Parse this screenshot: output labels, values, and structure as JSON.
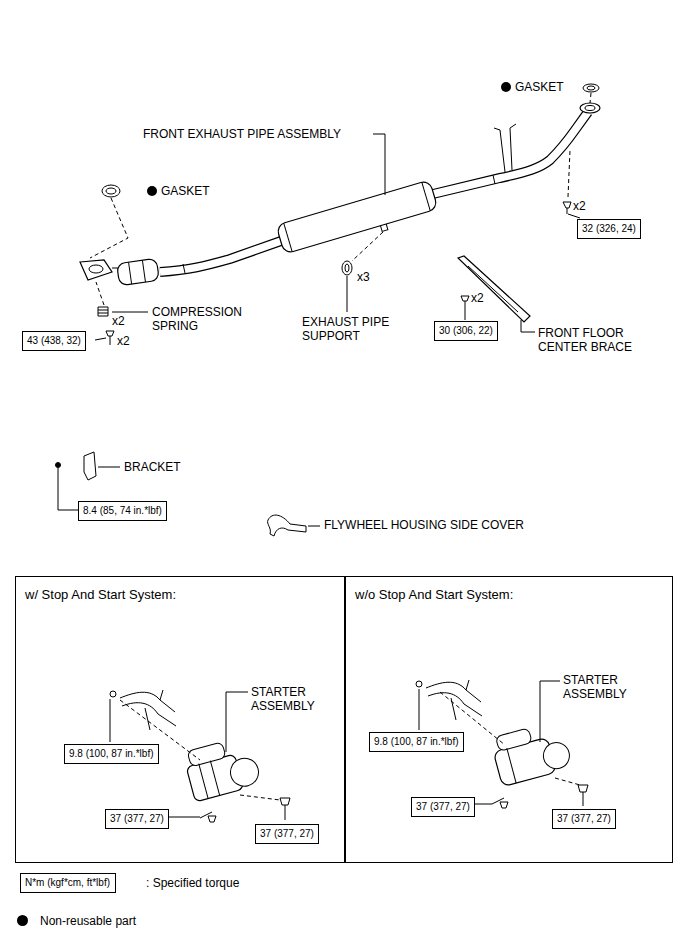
{
  "diagram": {
    "nodes": [
      {
        "text": [
          "32 (326, 24)"
        ]
      },
      {
        "text": [
          "30 (306, 22)"
        ]
      },
      {
        "text": [
          "43 (438, 32)"
        ]
      },
      {
        "text": [
          "8.4 (85, 74 in.*lbf)"
        ]
      },
      {
        "text": [
          "w/ Stop And Start System:"
        ]
      },
      {
        "text": [
          "9.8 (100, 87 in.*lbf)"
        ],
        "in": 4
      },
      {
        "text": [
          "37 (377, 27)"
        ],
        "in": 4
      },
      {
        "text": [
          "37 (377, 27)"
        ],
        "in": 4
      },
      {
        "text": [
          "w/o Stop And Start System:"
        ]
      },
      {
        "text": [
          "9.8 (100, 87 in.*lbf)"
        ],
        "in": 8
      },
      {
        "text": [
          "37 (377, 27)"
        ],
        "in": 8
      },
      {
        "text": [
          "37 (377, 27)"
        ],
        "in": 8
      },
      {
        "text": [
          "N*m (kgf*cm, ft*lbf)"
        ]
      }
    ],
    "edges": [],
    "labels": [
      "GASKET",
      "FRONT EXHAUST PIPE ASSEMBLY",
      "GASKET",
      "x2",
      "x3",
      "x2",
      "x2",
      "COMPRESSION SPRING",
      "x2",
      "EXHAUST PIPE SUPPORT",
      "FRONT FLOOR CENTER BRACE",
      "BRACKET",
      "FLYWHEEL HOUSING SIDE COVER",
      "STARTER ASSEMBLY",
      "STARTER ASSEMBLY",
      ": Specified torque"
    ],
    "legend": [
      {
        "text": "Non-reusable part"
      }
    ]
  }
}
